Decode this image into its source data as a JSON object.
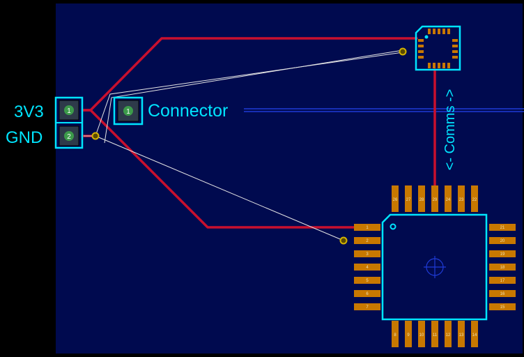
{
  "colors": {
    "canvas": "#000000",
    "board": "#000a4f",
    "trace": "#c8102e",
    "ratsnest": "#e6e6e6",
    "outline": "#00e5ff",
    "pad": "#c87800",
    "pad_text": "#f0e0b0",
    "silk_text": "#00e5ff",
    "net_line": "#1f3bd6",
    "header_pad": "#3c9a4a",
    "via_ring": "#d4b400"
  },
  "labels": {
    "net_3v3": "3V3",
    "net_gnd": "GND",
    "connector": "Connector",
    "comms": "<- Comms ->"
  },
  "header": {
    "pins": [
      "1",
      "2"
    ]
  },
  "connector_pin": "1",
  "mcu": {
    "pins_top": [
      "26",
      "27",
      "28",
      "29",
      "24",
      "23",
      "22"
    ],
    "pins_left": [
      "1",
      "2",
      "3",
      "4",
      "5",
      "6",
      "7"
    ],
    "pins_right": [
      "21",
      "20",
      "19",
      "18",
      "17",
      "16",
      "15"
    ],
    "pins_bottom": [
      "8",
      "9",
      "10",
      "11",
      "12",
      "13",
      "14"
    ]
  }
}
